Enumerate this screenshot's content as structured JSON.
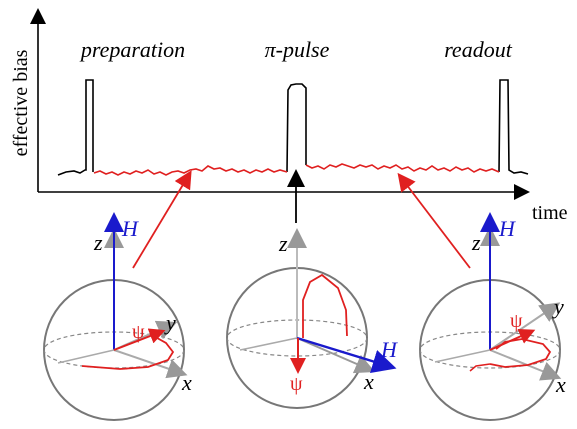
{
  "top_panel": {
    "y_axis_label": "effective bias",
    "x_axis_label": "time",
    "phase_labels": [
      "preparation",
      "π-pulse",
      "readout"
    ],
    "colors": {
      "trace_baseline": "#000000",
      "trace_noise": "#e02020",
      "arrow_red": "#e02020",
      "arrow_black": "#000000"
    }
  },
  "spheres": [
    {
      "axis_z": "z",
      "axis_x": "x",
      "axis_y": "y",
      "field": "H",
      "state": "ψ",
      "colors": {
        "field": "#1a1acc",
        "state": "#e02020",
        "axes": "#888888"
      }
    },
    {
      "axis_z": "z",
      "axis_x": "x",
      "field": "H",
      "state": "ψ",
      "colors": {
        "field": "#1a1acc",
        "state": "#e02020",
        "axes": "#888888"
      }
    },
    {
      "axis_z": "z",
      "axis_x": "x",
      "axis_y": "y",
      "field": "H",
      "state": "ψ",
      "colors": {
        "field": "#1a1acc",
        "state": "#e02020",
        "axes": "#888888"
      }
    }
  ]
}
